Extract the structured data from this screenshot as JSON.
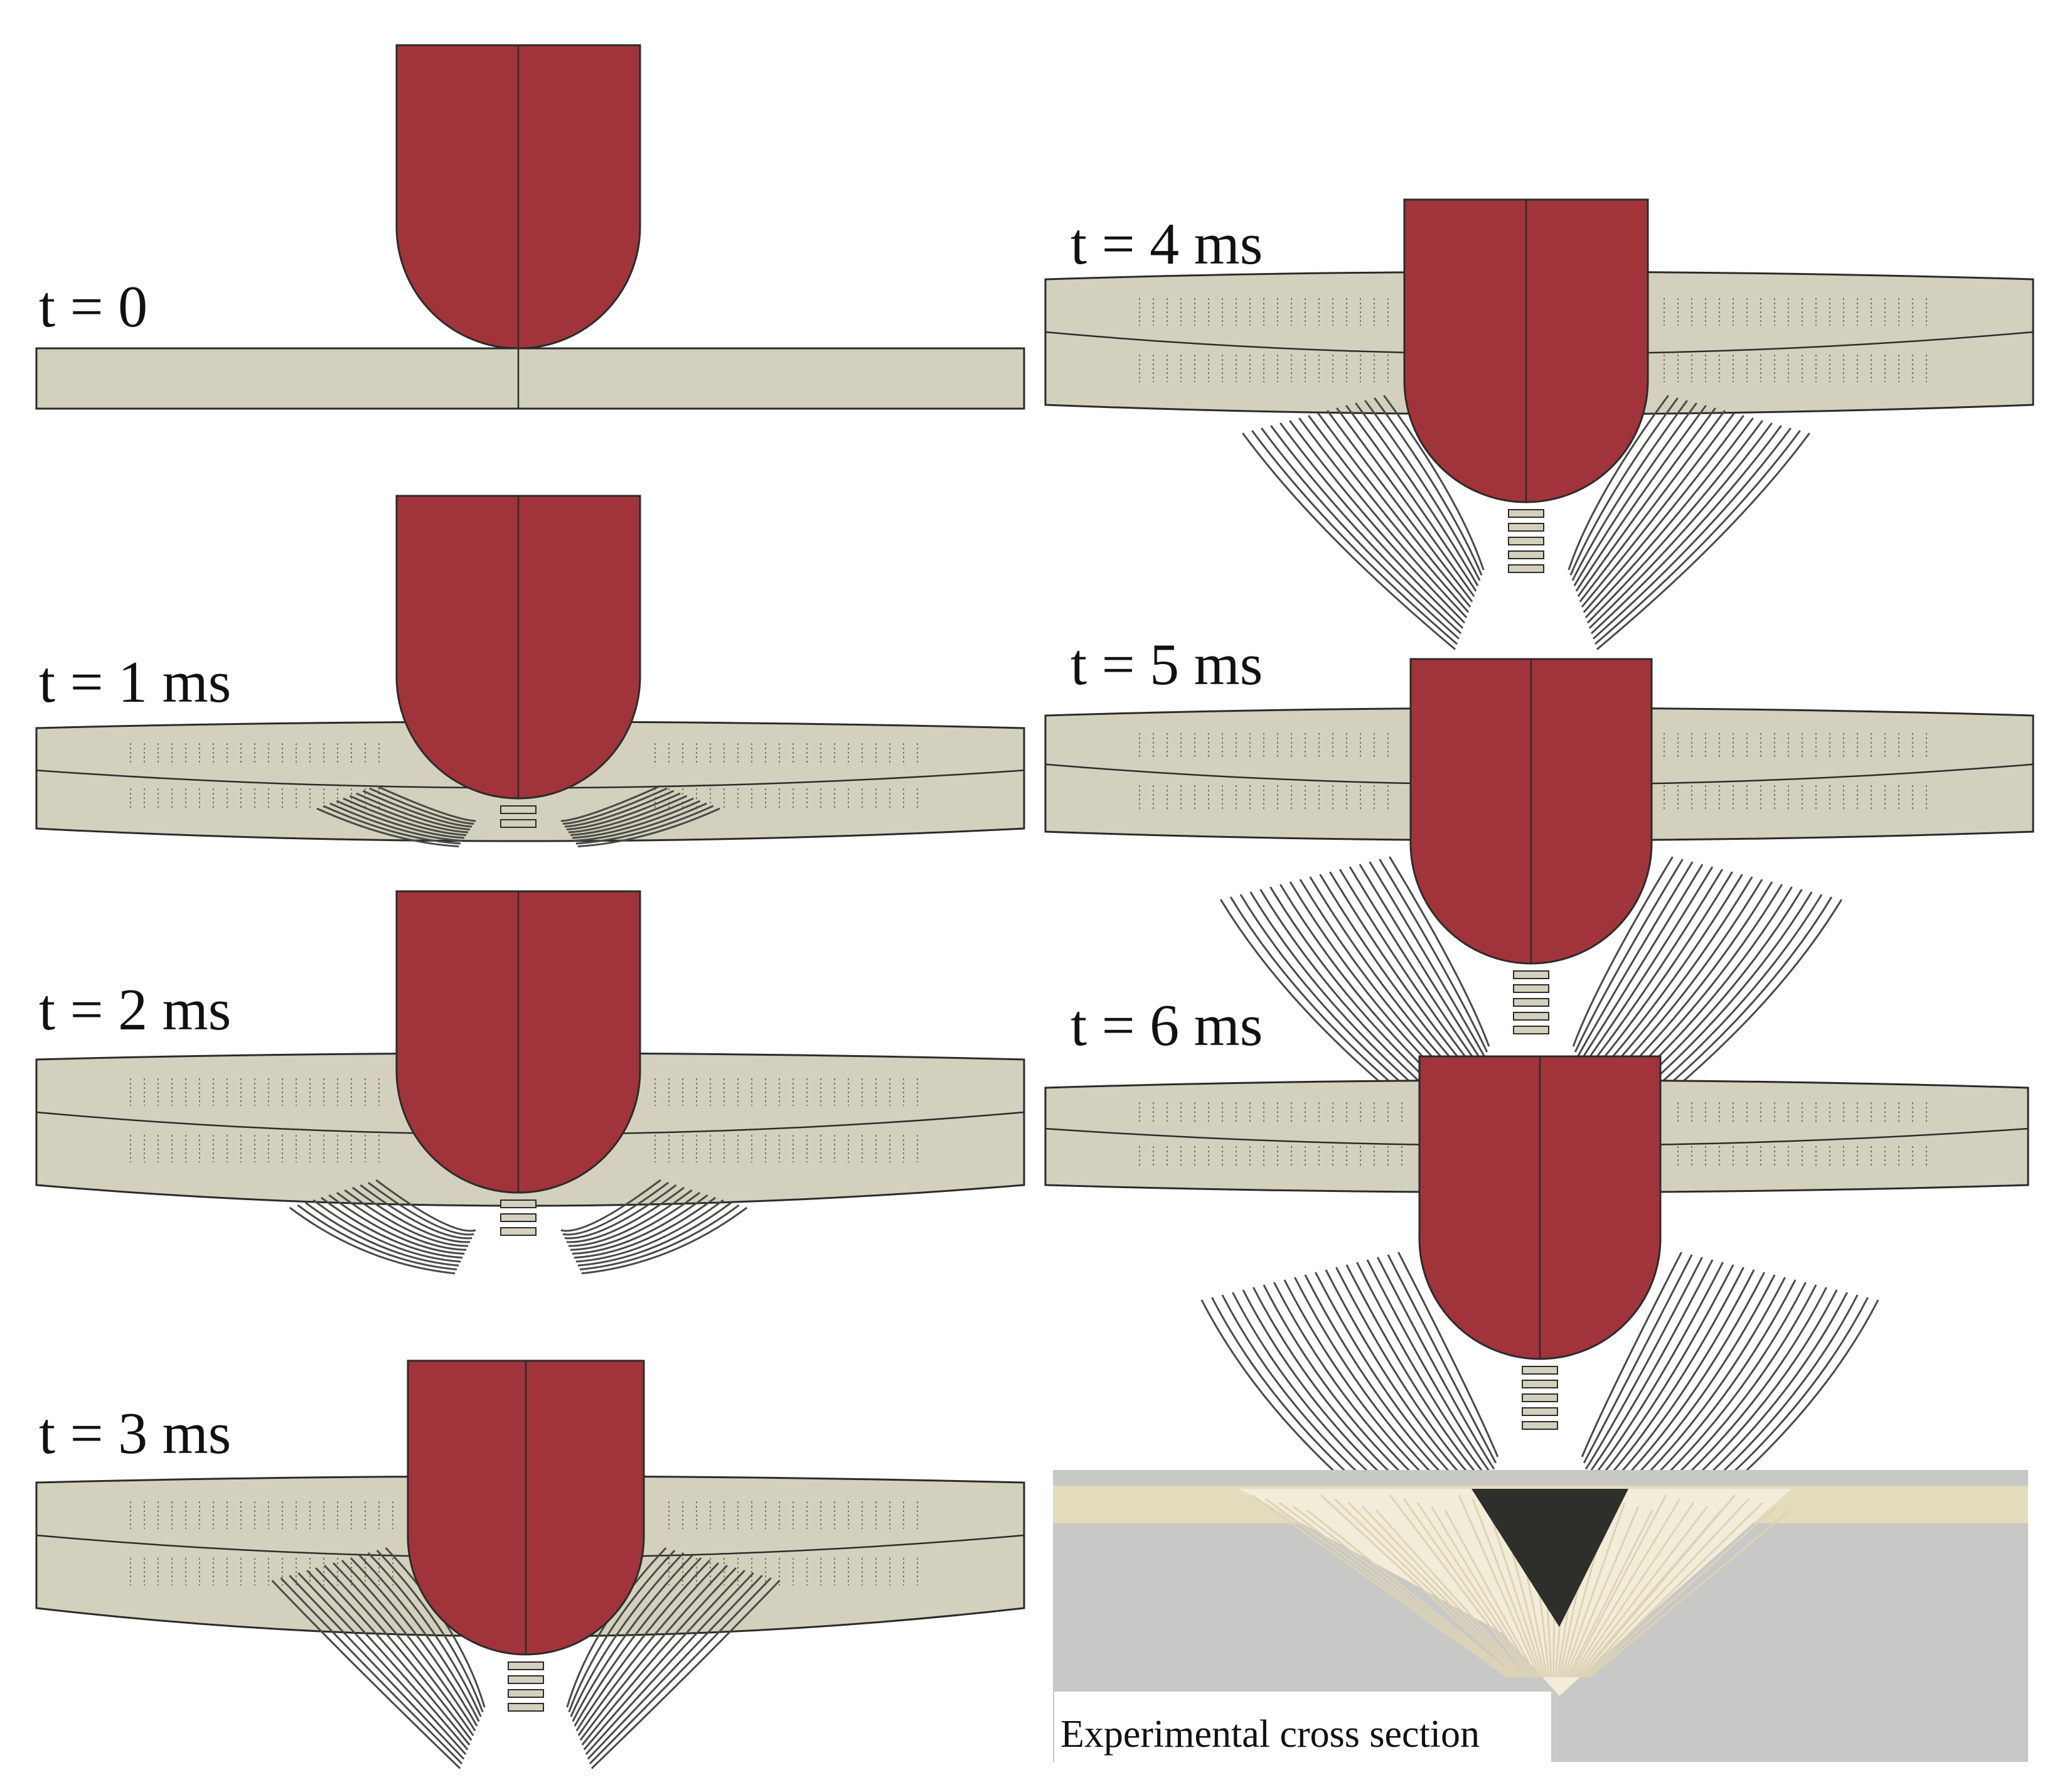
{
  "colors": {
    "background": "#ffffff",
    "plate": "#d3d1bd",
    "plate_dark": "#c2c0aa",
    "projectile": "#a1343a",
    "outline": "#2b2b2b",
    "fiber": "#4a4a46",
    "photo_background": "#c8c8c6",
    "photo_laminate": "#e3dcbd",
    "photo_fibers": "#f3ecd8",
    "photo_charred": "#2e2e2a"
  },
  "icons": {
    "projectile": "hemispherical-nose-projectile",
    "plate": "composite-laminate-plate",
    "photo": "experimental-cross-section-photo"
  },
  "panels": [
    {
      "label": "t = 0",
      "stage": 0
    },
    {
      "label": "t = 1 ms",
      "stage": 1
    },
    {
      "label": "t = 2 ms",
      "stage": 2
    },
    {
      "label": "t = 3 ms",
      "stage": 3
    },
    {
      "label": "t = 4 ms",
      "stage": 4
    },
    {
      "label": "t = 5 ms",
      "stage": 5
    },
    {
      "label": "t = 6 ms",
      "stage": 6
    }
  ],
  "experimental": {
    "caption": "Experimental cross section"
  }
}
